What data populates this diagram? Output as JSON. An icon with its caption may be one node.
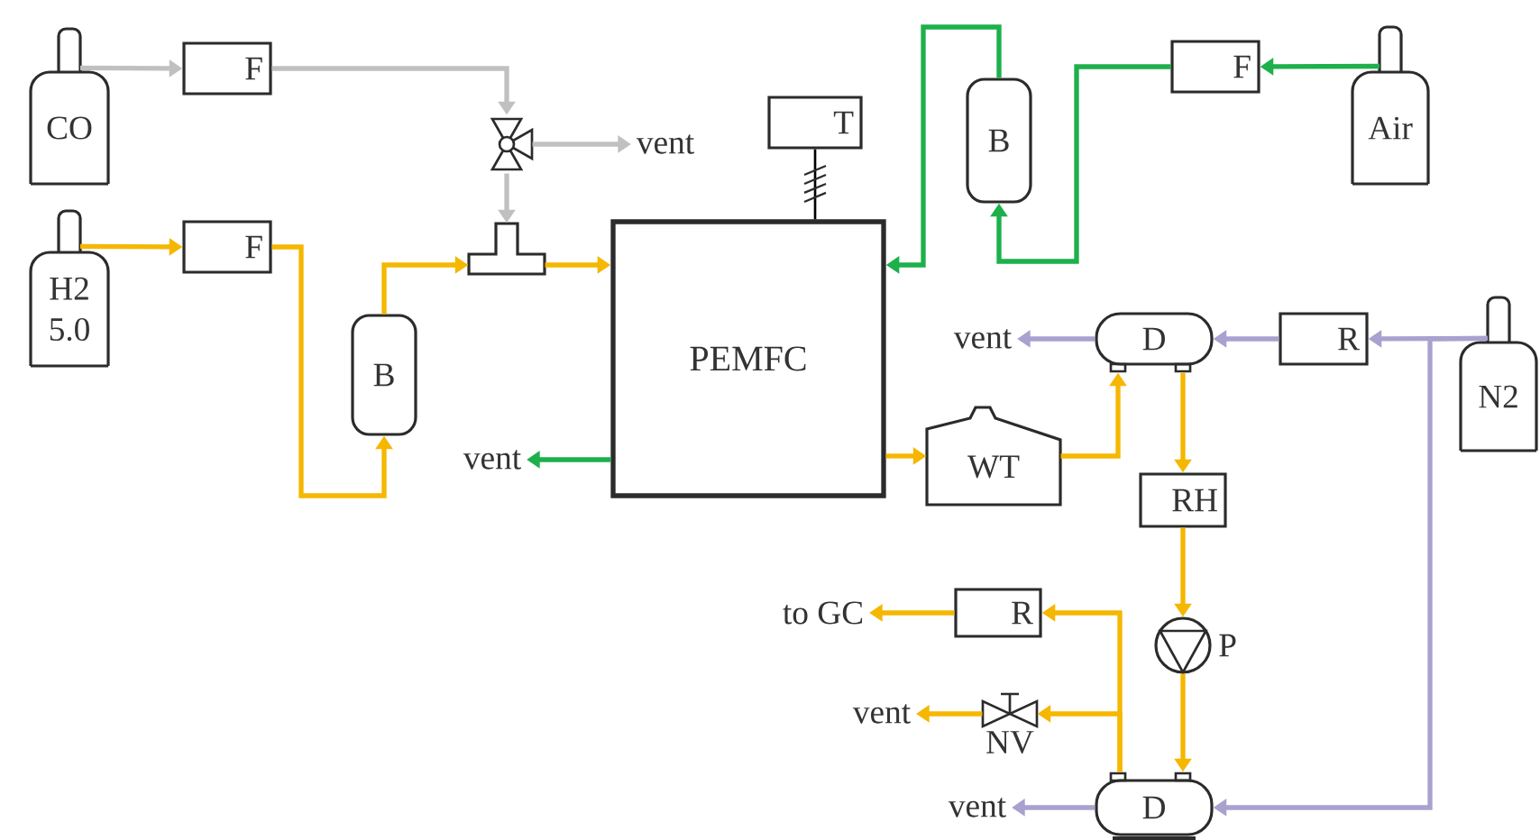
{
  "diagram": {
    "nodes": [
      {
        "text": [
          "CO"
        ]
      },
      {
        "text": [
          "F"
        ]
      },
      {
        "text": [],
        "shape": "valve"
      },
      {
        "text": [
          "vent"
        ]
      },
      {
        "text": [
          "T"
        ]
      },
      {
        "text": [
          "B"
        ]
      },
      {
        "text": [
          "F"
        ]
      },
      {
        "text": [
          "Air"
        ]
      },
      {
        "text": [
          "H2 5.0"
        ]
      },
      {
        "text": [
          "F"
        ]
      },
      {
        "text": [],
        "shape": "tee"
      },
      {
        "text": [
          "PEMFC"
        ]
      },
      {
        "text": [
          "B"
        ]
      },
      {
        "text": [
          "vent"
        ]
      },
      {
        "text": [
          "D"
        ]
      },
      {
        "text": [
          "R"
        ]
      },
      {
        "text": [
          "N2"
        ]
      },
      {
        "text": [
          "vent"
        ]
      },
      {
        "text": [
          "WT"
        ]
      },
      {
        "text": [
          "RH"
        ]
      },
      {
        "text": [
          "to GC"
        ]
      },
      {
        "text": [
          "R"
        ]
      },
      {
        "text": [
          "P"
        ]
      },
      {
        "text": [
          "vent"
        ]
      },
      {
        "text": [
          "NV"
        ]
      },
      {
        "text": [
          "vent"
        ]
      },
      {
        "text": [
          "D"
        ]
      }
    ],
    "edges": [
      {
        "from": 0,
        "to": 1,
        "arrow": "to",
        "color": "#c0c0c0"
      },
      {
        "from": 1,
        "to": 2,
        "arrow": "to",
        "color": "#c0c0c0"
      },
      {
        "from": 2,
        "to": 3,
        "arrow": "to",
        "color": "#c0c0c0"
      },
      {
        "from": 2,
        "to": 10,
        "arrow": "to",
        "color": "#c0c0c0"
      },
      {
        "from": 8,
        "to": 9,
        "arrow": "to"
      },
      {
        "from": 9,
        "to": 12,
        "arrow": "to"
      },
      {
        "from": 12,
        "to": 10,
        "arrow": "to"
      },
      {
        "from": 10,
        "to": 11,
        "arrow": "to"
      },
      {
        "from": 4,
        "to": 11,
        "arrow": "none",
        "color": "#000000"
      },
      {
        "from": 7,
        "to": 6,
        "arrow": "to",
        "color": "#1db04b"
      },
      {
        "from": 6,
        "to": 5,
        "arrow": "to",
        "color": "#1db04b"
      },
      {
        "from": 5,
        "to": 11,
        "arrow": "to",
        "color": "#1db04b"
      },
      {
        "from": 11,
        "to": 17,
        "arrow": "to",
        "color": "#1db04b"
      },
      {
        "from": 11,
        "to": 18,
        "arrow": "to"
      },
      {
        "from": 18,
        "to": 14,
        "arrow": "to"
      },
      {
        "from": 14,
        "to": 19,
        "arrow": "to"
      },
      {
        "from": 19,
        "to": 22,
        "arrow": "to"
      },
      {
        "from": 22,
        "to": 26,
        "arrow": "to"
      },
      {
        "from": 26,
        "to": 21,
        "arrow": "to"
      },
      {
        "from": 26,
        "to": 24,
        "arrow": "to"
      },
      {
        "from": 21,
        "to": 20,
        "arrow": "to"
      },
      {
        "from": 24,
        "to": 23,
        "arrow": "to"
      },
      {
        "from": 16,
        "to": 15,
        "arrow": "to",
        "color": "#a9a1cf"
      },
      {
        "from": 15,
        "to": 14,
        "arrow": "to",
        "color": "#a9a1cf"
      },
      {
        "from": 14,
        "to": 13,
        "arrow": "to",
        "color": "#a9a1cf"
      },
      {
        "from": 16,
        "to": 26,
        "arrow": "to",
        "color": "#a9a1cf"
      },
      {
        "from": 26,
        "to": 25,
        "arrow": "to",
        "color": "#a9a1cf"
      }
    ]
  }
}
